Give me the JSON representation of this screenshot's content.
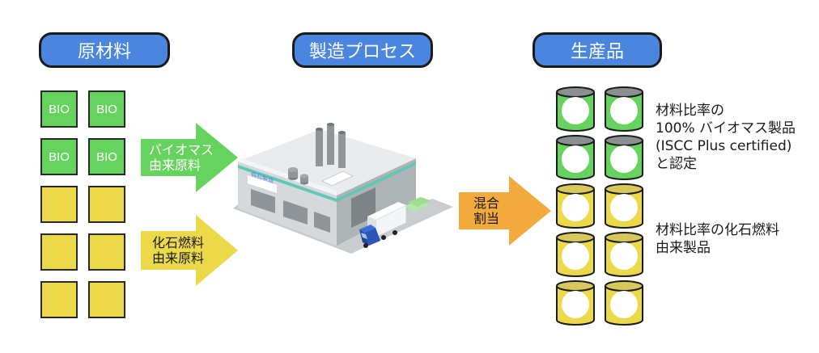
{
  "headers": {
    "raw_materials": "原材料",
    "process": "製造プロセス",
    "products": "生産品"
  },
  "bio_tile_label": "BIO",
  "arrows": {
    "bio_source": "バイオマス\n由来原料",
    "fossil_source": "化石燃料\n由来原料",
    "mix": "混合\n割当"
  },
  "product_labels": {
    "biomass": "材料比率の\n100% バイオマス製品\n(ISCC Plus certified)\nと認定",
    "fossil": "材料比率の化石燃料\n由来製品"
  },
  "factory_sign": "森石製造",
  "colors": {
    "header_blue": "#4a86e0",
    "bio_green": "#66d35f",
    "fossil_yellow": "#ecd94a",
    "mix_orange": "#f2a93e"
  }
}
